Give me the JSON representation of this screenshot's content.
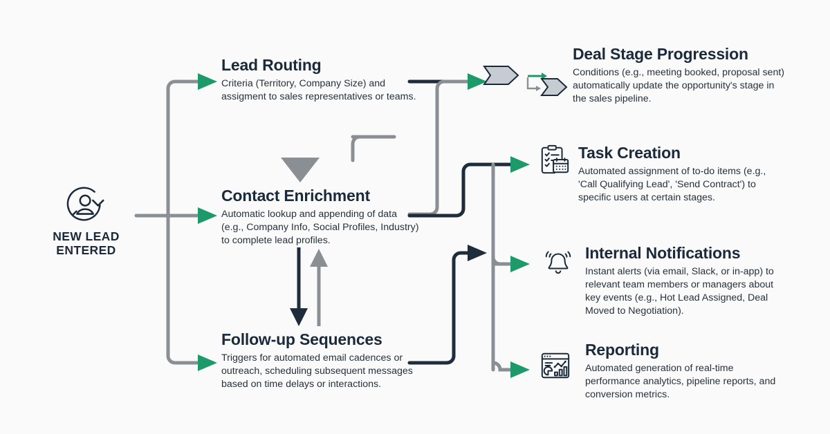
{
  "diagram": {
    "title_semantics": "crm-lead-automation-flow",
    "background": "#fafafa",
    "colors": {
      "navy": "#1b2a3b",
      "green": "#1e9a6a",
      "gray": "#8a8f94",
      "dark_line": "#1e2c3c",
      "body_text": "#26313d"
    }
  },
  "source": {
    "icon": "user-refresh-icon",
    "label": "NEW LEAD\nENTERED"
  },
  "stages": [
    {
      "id": "lead-routing",
      "title": "Lead Routing",
      "desc": "Criteria (Territory, Company Size) and assigment to sales representatives or teams."
    },
    {
      "id": "contact-enrichment",
      "title": "Contact Enrichment",
      "desc": "Automatic lookup and appending of data (e.g., Company Info, Social Profiles, Industry) to complete lead profiles."
    },
    {
      "id": "follow-up-sequences",
      "title": "Follow-up Sequences",
      "desc": "Triggers for automated email cadences or outreach, scheduling subsequent messages based on time delays or interactions."
    }
  ],
  "outcomes": [
    {
      "id": "deal-stage-progression",
      "icon": "block-arrows-progression-icon",
      "title": "Deal Stage Progression",
      "desc": "Conditions (e.g., meeting booked, proposal sent) automatically update the opportunity's stage in the sales pipeline."
    },
    {
      "id": "task-creation",
      "icon": "clipboard-calendar-icon",
      "title": "Task Creation",
      "desc": "Automated assignment of to-do items (e.g., 'Call Qualifying Lead', 'Send Contract') to specific users at certain stages."
    },
    {
      "id": "internal-notifications",
      "icon": "bell-ringing-icon",
      "title": "Internal Notifications",
      "desc": "Instant alerts (via email, Slack, or in-app) to relevant team members or managers about key events (e.g., Hot Lead Assigned, Deal Moved to Negotiation)."
    },
    {
      "id": "reporting",
      "icon": "dashboard-analytics-icon",
      "title": "Reporting",
      "desc": "Automated generation of real-time performance analytics, pipeline reports, and conversion metrics."
    }
  ]
}
